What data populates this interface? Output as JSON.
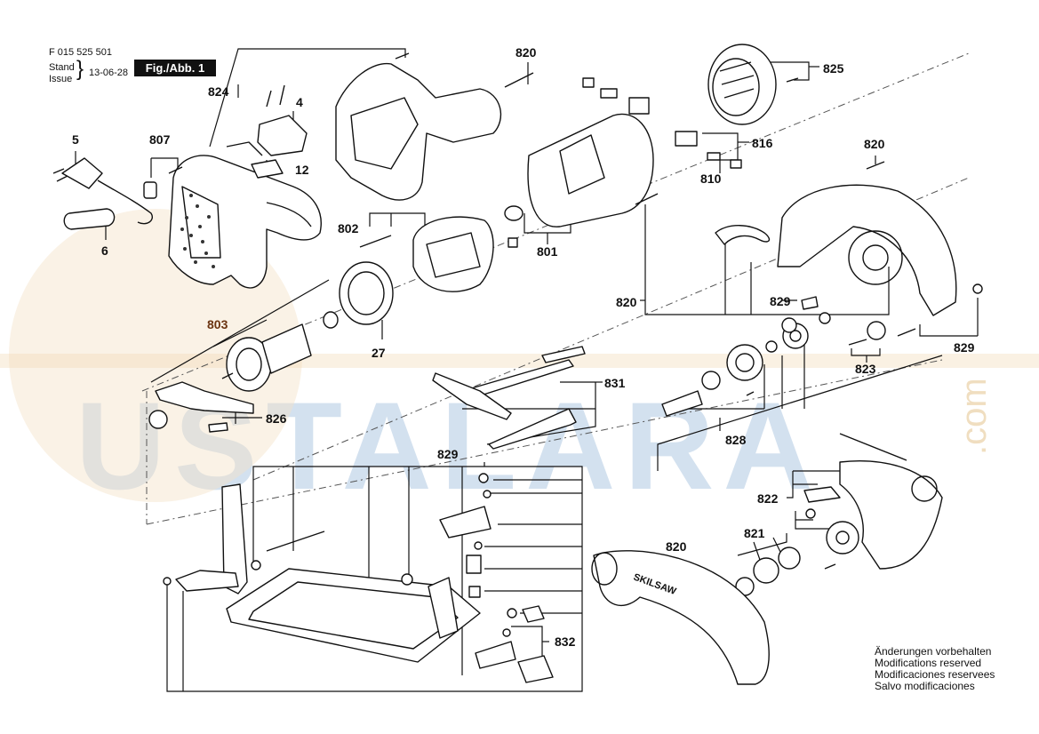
{
  "header": {
    "doc_number": "F 015 525 501",
    "stand_label": "Stand",
    "issue_label": "Issue",
    "date": "13-06-28",
    "figure_label": "Fig./Abb. 1"
  },
  "watermark": {
    "text": "USTALARA",
    "suffix": ".com"
  },
  "labels": {
    "l824": "824",
    "l820_top": "820",
    "l825": "825",
    "l4": "4",
    "l5": "5",
    "l807": "807",
    "l12": "12",
    "l6": "6",
    "l816": "816",
    "l820_right": "820",
    "l810": "810",
    "l802": "802",
    "l801": "801",
    "l820_mid": "820",
    "l829_a": "829",
    "l803": "803",
    "l27": "27",
    "l829_b": "829",
    "l823": "823",
    "l831": "831",
    "l826": "826",
    "l828": "828",
    "l829_bottom": "829",
    "l822": "822",
    "l820_guard": "820",
    "l821": "821",
    "l832": "832"
  },
  "brand_text": "SKILSAW",
  "notes": [
    "Änderungen vorbehalten",
    "Modifications reserved",
    "Modificaciones reservees",
    "Salvo modificaciones"
  ]
}
